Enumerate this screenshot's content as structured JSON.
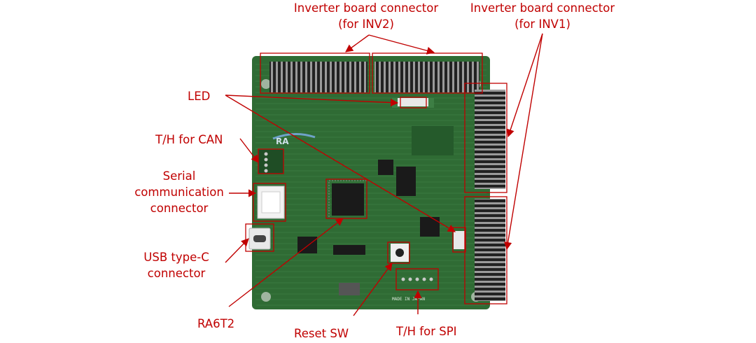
{
  "labels": {
    "inv2": [
      "Inverter board connector",
      "(for INV2)"
    ],
    "inv1": [
      "Inverter board connector",
      "(for INV1)"
    ],
    "led": "LED",
    "can": "T/H for CAN",
    "serial": [
      "Serial",
      "communication",
      "connector"
    ],
    "usb": [
      "USB type-C",
      "connector"
    ],
    "ra6t2": "RA6T2",
    "reset": "Reset SW",
    "spi": "T/H for SPI"
  },
  "board": {
    "silk_logo": "RA",
    "made_in": "MADE IN JAPAN"
  },
  "colors": {
    "callout": "#c00000",
    "pcb": "#2f6b34",
    "pcb_dark": "#1f4d25"
  }
}
